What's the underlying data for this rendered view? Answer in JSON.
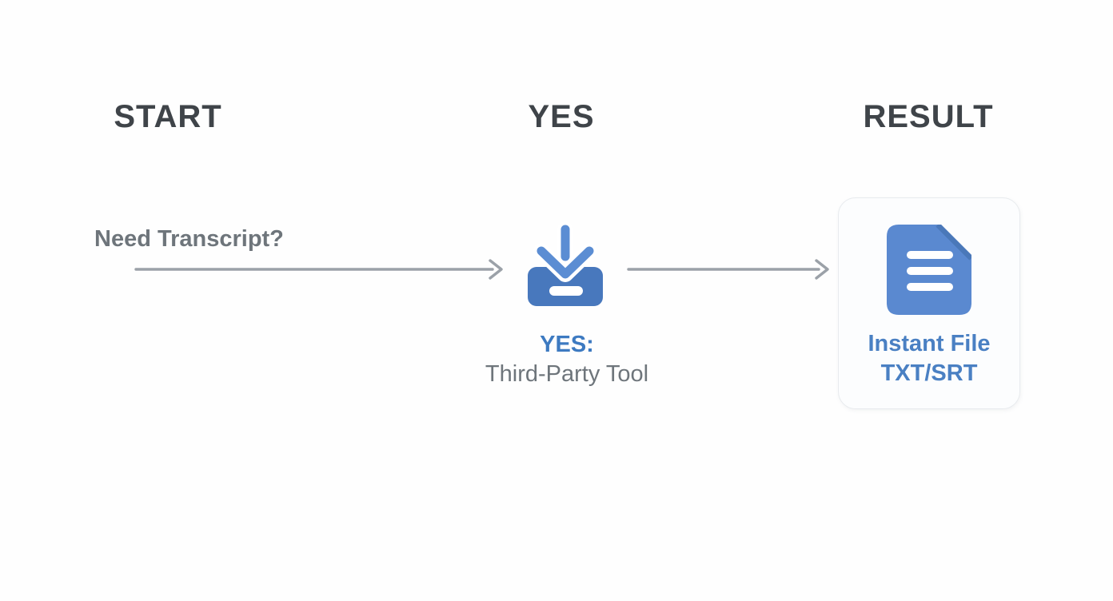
{
  "diagram": {
    "columns": [
      {
        "id": "start",
        "header": "START"
      },
      {
        "id": "yes",
        "header": "YES"
      },
      {
        "id": "result",
        "header": "RESULT"
      }
    ],
    "start": {
      "question": "Need Transcript?"
    },
    "middle": {
      "icon": "download-tray-icon",
      "title": "YES:",
      "subtitle": "Third-Party Tool"
    },
    "result": {
      "icon": "document-icon",
      "label_line1": "Instant File",
      "label_line2": "TXT/SRT"
    }
  },
  "colors": {
    "header-text": "#3f4449",
    "gray-text": "#6e757b",
    "arrow-gray": "#9ba1a8",
    "blue-text": "#3d7ac1",
    "result-blue-text": "#4a80c3",
    "icon-arrow-blue": "#5b8dd3",
    "tray-blue": "#4878bd",
    "doc-blue": "#5a89d0",
    "doc-fold-blue": "#4a78b9",
    "card-bg": "#fcfdfe",
    "card-border": "#e8ebee",
    "page-bg": "#fefefe"
  }
}
